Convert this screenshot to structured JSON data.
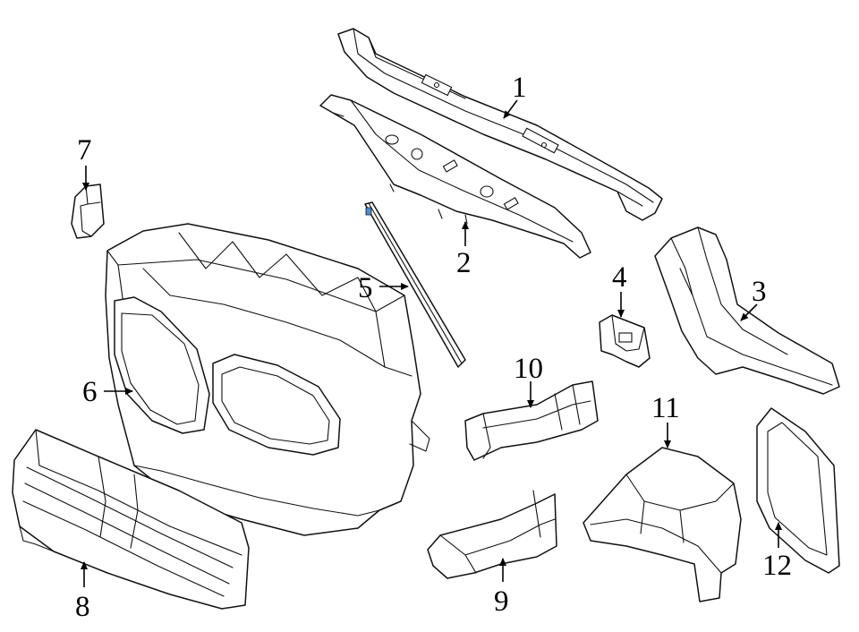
{
  "diagram": {
    "callouts": [
      {
        "label": "1"
      },
      {
        "label": "2"
      },
      {
        "label": "3"
      },
      {
        "label": "4"
      },
      {
        "label": "5"
      },
      {
        "label": "6"
      },
      {
        "label": "7"
      },
      {
        "label": "8"
      },
      {
        "label": "9"
      },
      {
        "label": "10"
      },
      {
        "label": "11"
      },
      {
        "label": "12"
      }
    ],
    "accent_color": "#4a90d9"
  }
}
